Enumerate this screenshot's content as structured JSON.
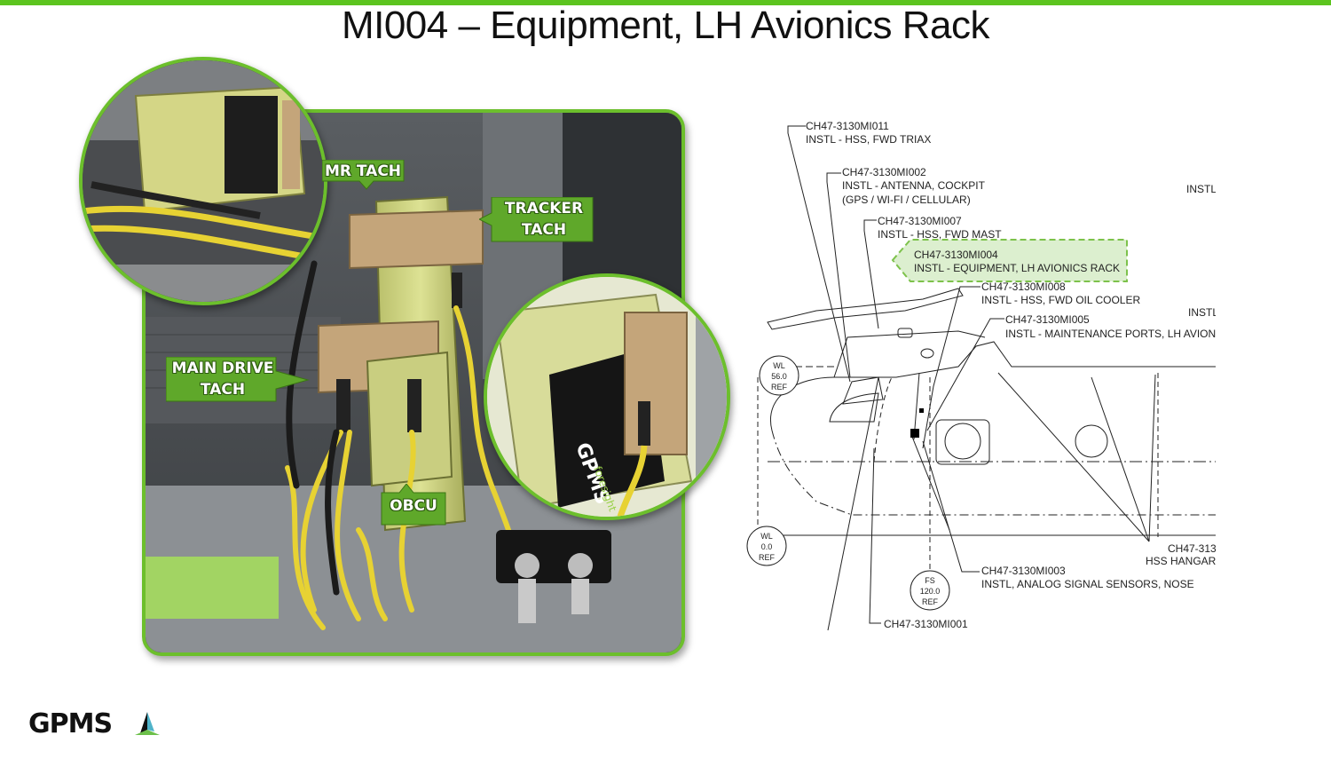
{
  "slide": {
    "title": "MI004 – Equipment, LH Avionics Rack",
    "accent_color": "#5cc41f"
  },
  "callouts": {
    "mr_tach": "MR TACH",
    "tracker_tach_1": "TRACKER",
    "tracker_tach_2": "TACH",
    "main_drive_1": "MAIN DRIVE",
    "main_drive_2": "TACH",
    "obcu": "OBCU"
  },
  "photo_labels": {
    "device_brand": "GPMS",
    "device_sub": "foresight"
  },
  "diagram": {
    "labels": [
      {
        "id": "mi011",
        "code": "CH47-3130MI011",
        "desc": "INSTL - HSS, FWD TRIAX"
      },
      {
        "id": "mi002",
        "code": "CH47-3130MI002",
        "desc": "INSTL - ANTENNA, COCKPIT",
        "desc2": "(GPS / WI-FI / CELLULAR)"
      },
      {
        "id": "mi007",
        "code": "CH47-3130MI007",
        "desc": "INSTL - HSS, FWD MAST"
      },
      {
        "id": "mi004",
        "code": "CH47-3130MI004",
        "desc": "INSTL - EQUIPMENT, LH AVIONICS RACK"
      },
      {
        "id": "mi008",
        "code": "CH47-3130MI008",
        "desc": "INSTL - HSS, FWD OIL COOLER"
      },
      {
        "id": "mi005",
        "code": "CH47-3130MI005",
        "desc": "INSTL - MAINTENANCE PORTS, LH AVIONI"
      },
      {
        "id": "mi003",
        "code": "CH47-3130MI003",
        "desc": "INSTL, ANALOG SIGNAL SENSORS, NOSE"
      },
      {
        "id": "mi001",
        "code": "CH47-3130MI001"
      },
      {
        "id": "hss_hangar",
        "code": "CH47-313",
        "desc": "HSS HANGAR"
      }
    ],
    "cut_labels": [
      "INSTL",
      "INSTL"
    ],
    "refs": {
      "wl56": [
        "WL",
        "56.0",
        "REF"
      ],
      "wl0": [
        "WL",
        "0.0",
        "REF"
      ],
      "fs120": [
        "FS",
        "120.0",
        "REF"
      ]
    },
    "highlight_color": "#7dc24b"
  },
  "footer": {
    "logo_text": "GPMS"
  }
}
